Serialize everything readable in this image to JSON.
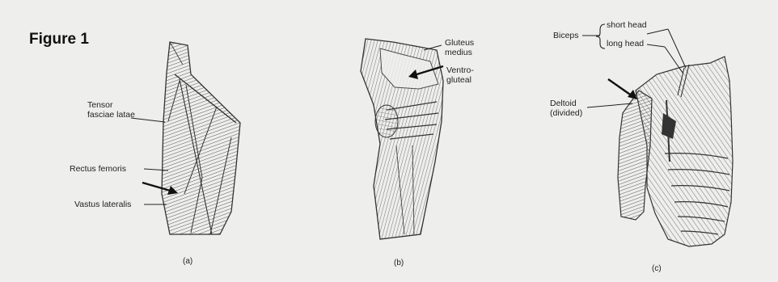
{
  "figure_title": "Figure 1",
  "panels": [
    {
      "caption": "(a)",
      "labels": [
        "Tensor\nfasciae latae",
        "Rectus femoris",
        "Vastus lateralis"
      ]
    },
    {
      "caption": "(b)",
      "labels": [
        "Gluteus\nmedius",
        "Ventro-\ngluteal"
      ]
    },
    {
      "caption": "(c)",
      "biceps_label": "Biceps",
      "biceps_heads": [
        "short head",
        "long head"
      ],
      "labels": [
        "Deltoid\n(divided)"
      ]
    }
  ],
  "colors": {
    "background": "#eeeeec",
    "ink": "#222222",
    "hatch": "#555555"
  },
  "icons": [
    "arrow-icon"
  ]
}
